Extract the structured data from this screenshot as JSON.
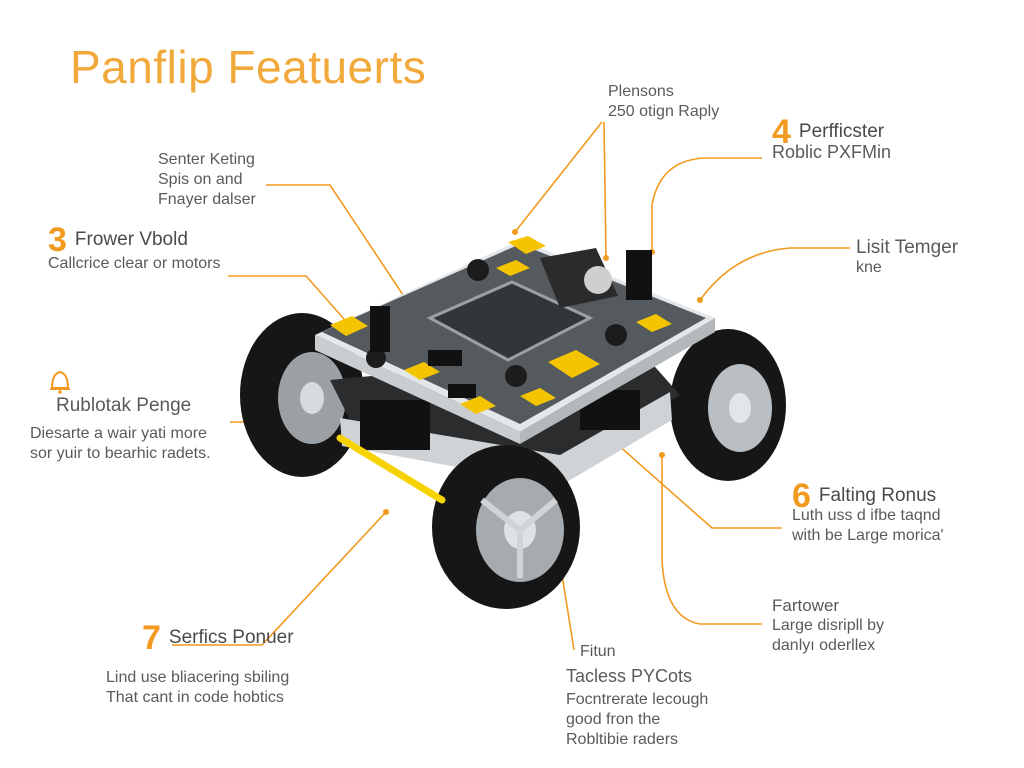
{
  "title": "Panflip Featuerts",
  "colors": {
    "accent": "#f29a1f",
    "title": "#f2a93b",
    "board": "#555a5e",
    "module": "#f5c400",
    "tire": "#1a1a1a"
  },
  "callouts": {
    "top_center": {
      "lines": [
        "Plensons",
        "250 otign Raply"
      ]
    },
    "sensor": {
      "lines": [
        "Senter Keting",
        "Spis on and",
        "Fnayer dalser"
      ]
    },
    "c4": {
      "num": "4",
      "head": "Perfficster",
      "lines": [
        "Roblic PXFMin"
      ]
    },
    "c3": {
      "num": "3",
      "head": "Frower Vbold",
      "lines": [
        "Callcrice clear or motors"
      ]
    },
    "lisit": {
      "lines": [
        "Lisit Temger",
        "kne"
      ]
    },
    "rublotak": {
      "icon": "bell-icon",
      "lines": [
        "Rublotak Penge",
        "Diesarte a wair yati more",
        "sor yuir to bearhic radets."
      ]
    },
    "c6": {
      "num": "6",
      "head": "Falting Ronus",
      "lines": [
        "Luth uss d ifbe taqnd",
        "with be Large morica'"
      ]
    },
    "fartower": {
      "lines": [
        "Fartower",
        "Large disripll by",
        "danlyı oderllex"
      ]
    },
    "c7": {
      "num": "7",
      "head": "Serfics Ponuer",
      "lines": [
        "Lind use bliacering sbiling",
        "That cant in code hobtics"
      ]
    },
    "fitun": {
      "lines": [
        "Fitun",
        "Tacless PYCots",
        "Focntrerate lecough",
        "good fron the",
        "Robltibie raders"
      ]
    }
  }
}
